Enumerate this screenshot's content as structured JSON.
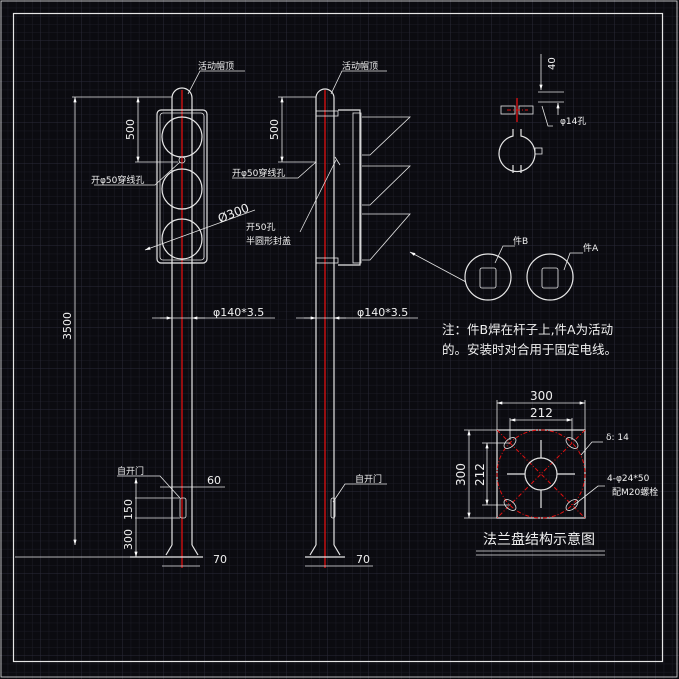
{
  "colors": {
    "background": "#0b0b10",
    "lines": "#e6e6e6",
    "centerline": "#e01010",
    "grid": "#22222c"
  },
  "front_view": {
    "cap_label": "活动帽顶",
    "hole_label": "开φ50穿线孔",
    "lamp_dia": "Ø300",
    "pipe": "φ140*3.5",
    "dim_top": "500",
    "dim_total": "3500",
    "door_label": "自开门",
    "door_width": "60",
    "door_height": "150",
    "door_base": "300",
    "base_width": "70"
  },
  "side_view": {
    "cap_label": "活动帽顶",
    "hole_label": "开φ50穿线孔",
    "hole2_label": "开50孔",
    "cover_label": "半圆形封盖",
    "pipe": "φ140*3.5",
    "dim_top": "500",
    "door_label": "自开门",
    "base_width": "70"
  },
  "clamp_detail": {
    "dim": "40",
    "hole": "φ14孔",
    "part_b": "件B",
    "part_a": "件A"
  },
  "note": {
    "line1": "注：件B焊在杆子上,件A为活动",
    "line2": "的。安装时对合用于固定电线。"
  },
  "flange": {
    "outer": "300",
    "inner": "212",
    "outer_v": "300",
    "inner_v": "212",
    "thickness": "δ: 14",
    "holes": "4-φ24*50",
    "bolts": "配M20螺栓",
    "title": "法兰盘结构示意图"
  }
}
